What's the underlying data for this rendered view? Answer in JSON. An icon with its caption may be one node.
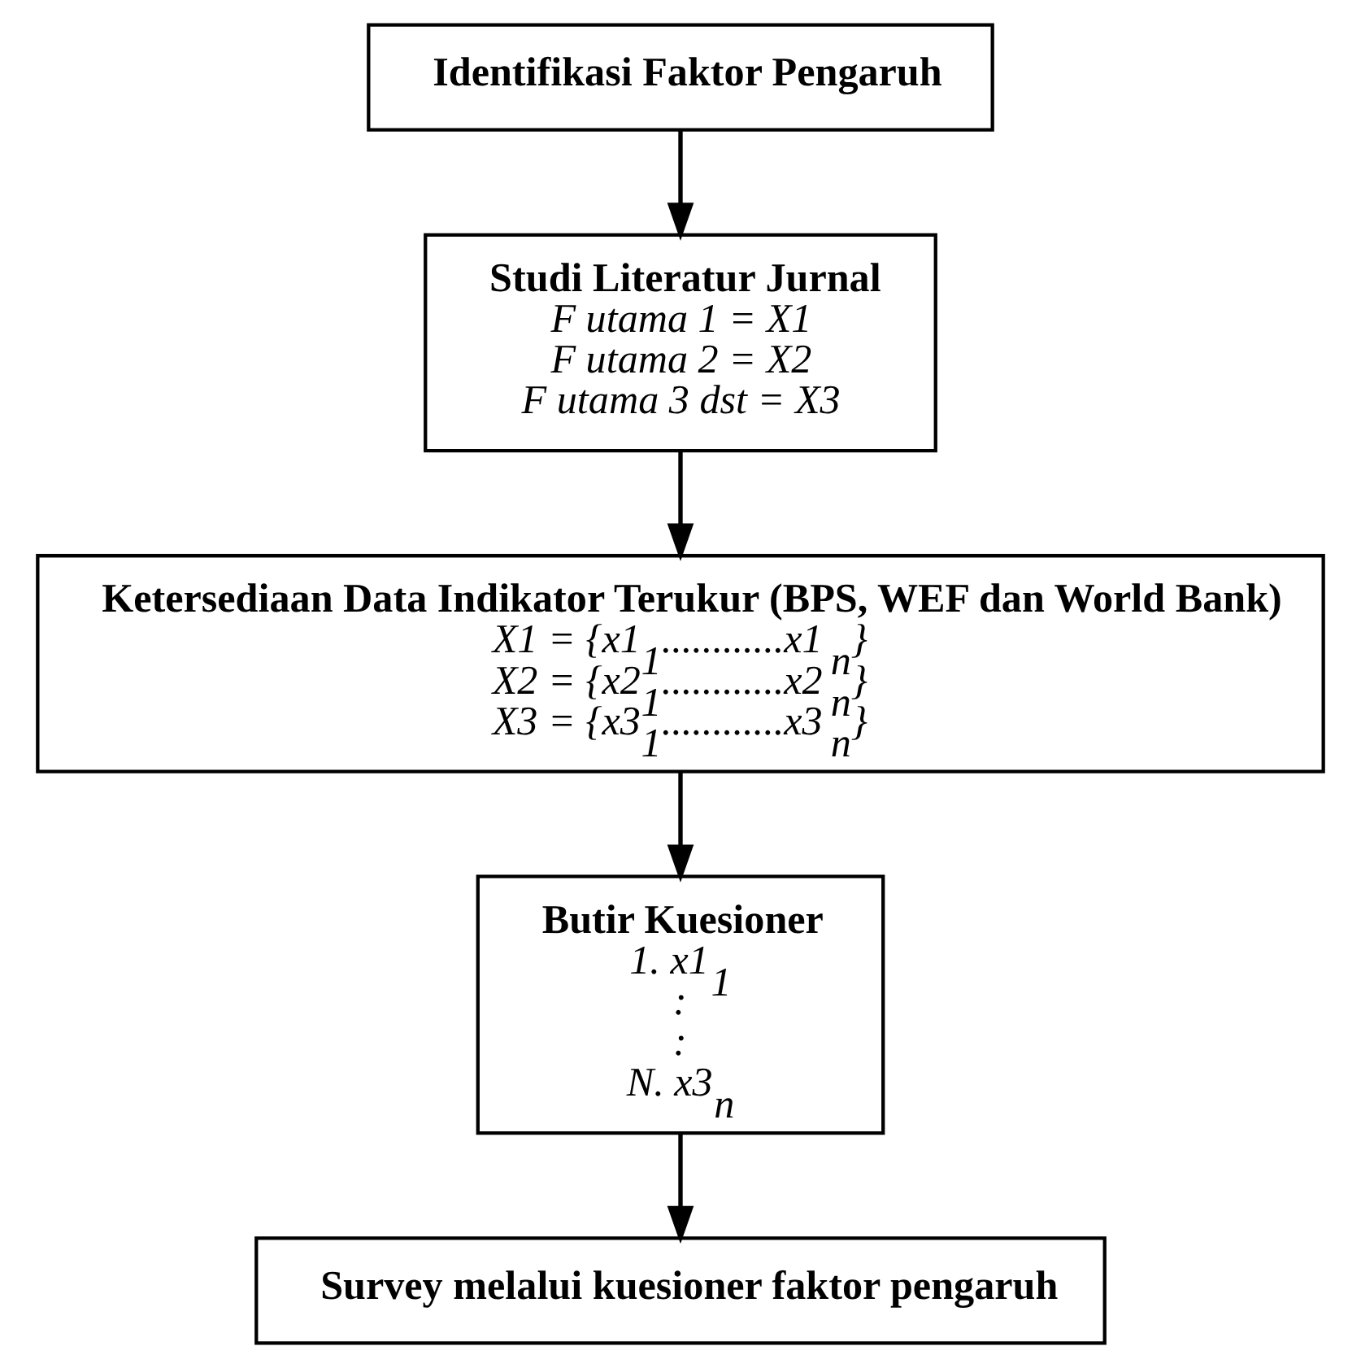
{
  "diagram": {
    "nodes": [
      {
        "text": [
          "Identifikasi Faktor Pengaruh"
        ]
      },
      {
        "text": [
          "Studi Literatur Jurnal",
          "F utama 1 = X1",
          "F utama 2 = X2",
          "F utama 3 dst = X3"
        ]
      },
      {
        "text": [
          "Ketersediaan Data Indikator Terukur (BPS, WEF dan World Bank)",
          "X1 = {x1$_{1}$............x1$_{n}$}",
          "X2 = {x2$_{1}$............x2$_{n}$}",
          "X3 = {x3$_{1}$............x3$_{n}$}"
        ]
      },
      {
        "text": [
          "Butir Kuesioner",
          "1. x1$_{1}$",
          ":",
          ":",
          "N. x3$_{n}$"
        ]
      },
      {
        "text": [
          "Survey melalui kuesioner faktor pengaruh"
        ]
      }
    ],
    "edges": [
      {
        "from": 0,
        "to": 1,
        "arrow": "to"
      },
      {
        "from": 1,
        "to": 2,
        "arrow": "to"
      },
      {
        "from": 2,
        "to": 3,
        "arrow": "to"
      },
      {
        "from": 3,
        "to": 4,
        "arrow": "to"
      }
    ]
  }
}
